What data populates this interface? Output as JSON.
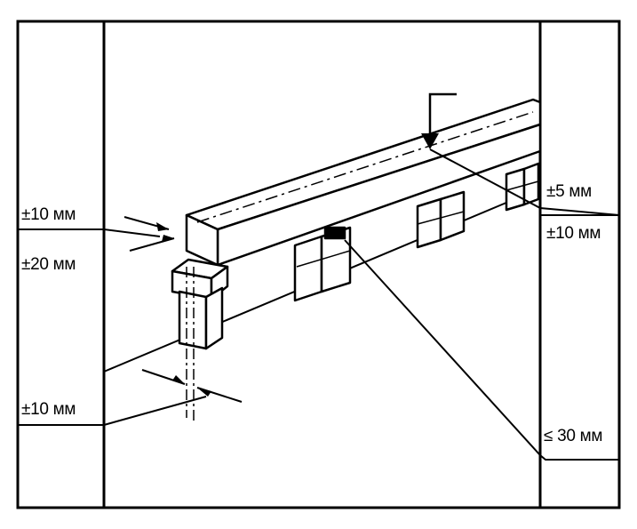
{
  "labels": {
    "left_top": "±10 мм",
    "left_mid": "±20 мм",
    "left_bottom": "±10 мм",
    "right_top": "±5 мм",
    "right_mid": "±10 мм",
    "right_bottom": "≤ 30 мм"
  },
  "colors": {
    "ink": "#000000",
    "paper": "#ffffff"
  }
}
